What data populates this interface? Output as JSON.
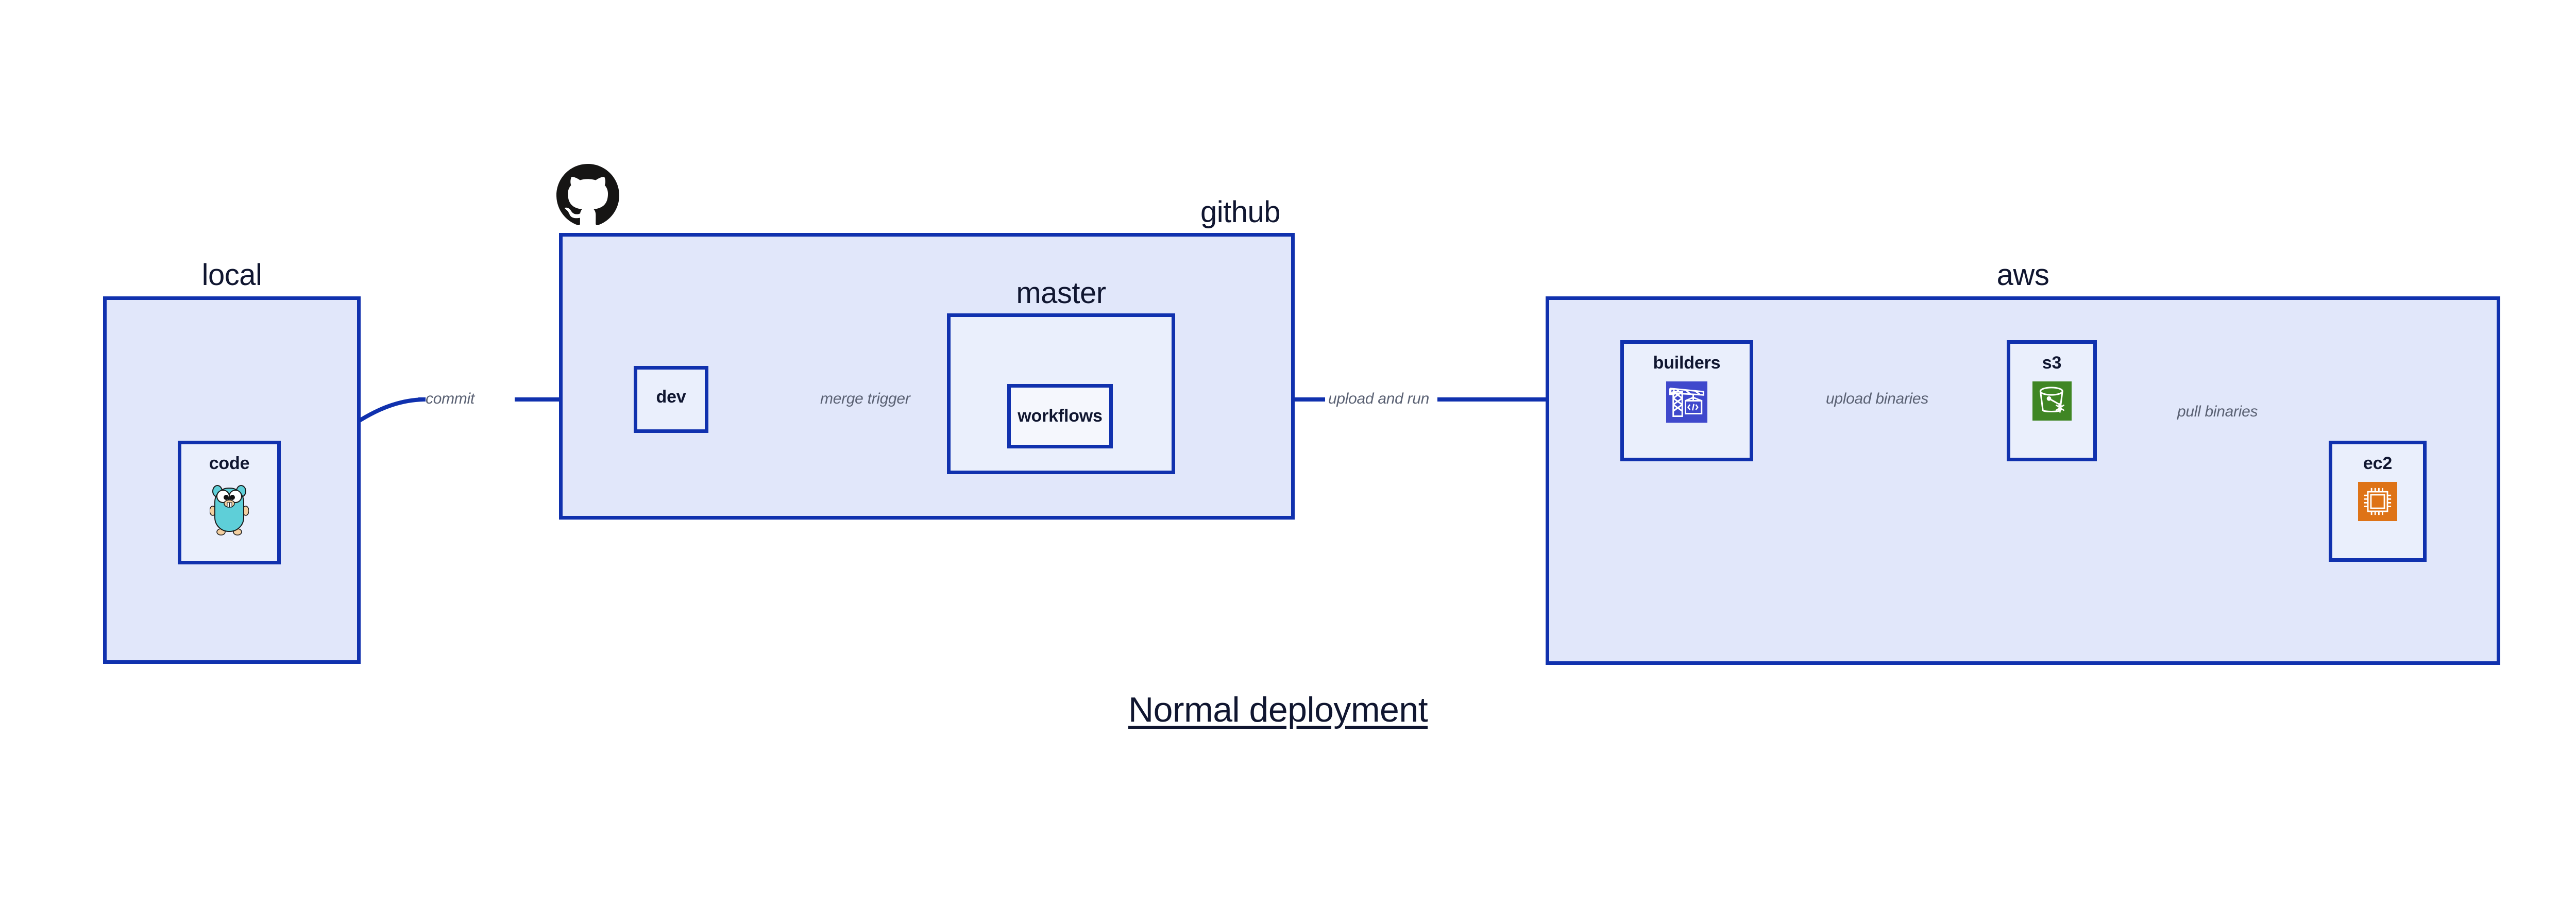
{
  "diagram": {
    "caption": "Normal deployment",
    "accent_border": "#1031ae",
    "group_fill": "#e1e7fa",
    "node_fill": "#eaeffc",
    "edge_label_color": "#5a6173",
    "text_color": "#101630",
    "background": "#ffffff"
  },
  "groups": [
    {
      "id": "local",
      "label": "local",
      "label_align": "center"
    },
    {
      "id": "github",
      "label": "github",
      "label_align": "right"
    },
    {
      "id": "master",
      "label": "master",
      "label_align": "center"
    },
    {
      "id": "aws",
      "label": "aws",
      "label_align": "center"
    }
  ],
  "nodes": [
    {
      "id": "code",
      "label": "code",
      "icon": "go-gopher-icon",
      "icon_color": "#5ecfd8"
    },
    {
      "id": "dev",
      "label": "dev",
      "icon": "none",
      "icon_color": ""
    },
    {
      "id": "workflows",
      "label": "workflows",
      "icon": "none",
      "icon_color": ""
    },
    {
      "id": "builders",
      "label": "builders",
      "icon": "aws-crane-icon",
      "icon_color": "#3f48cc"
    },
    {
      "id": "s3",
      "label": "s3",
      "icon": "aws-s3-bucket-icon",
      "icon_color": "#3f8624"
    },
    {
      "id": "ec2",
      "label": "ec2",
      "icon": "aws-ec2-chip-icon",
      "icon_color": "#de7317"
    }
  ],
  "edges": [
    {
      "id": "code-to-dev",
      "label": "commit",
      "from": "code",
      "to": "dev"
    },
    {
      "id": "dev-to-workflows",
      "label": "merge trigger",
      "from": "dev",
      "to": "workflows"
    },
    {
      "id": "workflows-to-builders",
      "label": "upload and run",
      "from": "workflows",
      "to": "builders"
    },
    {
      "id": "builders-to-s3",
      "label": "upload binaries",
      "from": "builders",
      "to": "s3"
    },
    {
      "id": "s3-to-ec2",
      "label": "pull binaries",
      "from": "s3",
      "to": "ec2"
    }
  ],
  "logos": [
    {
      "id": "github-octocat",
      "name": "github-octocat-logo",
      "color": "#161514"
    }
  ]
}
